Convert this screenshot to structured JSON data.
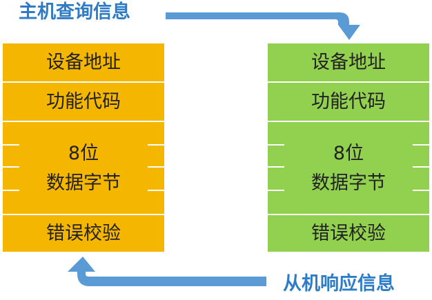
{
  "header_label": "主机查询信息",
  "footer_label": "从机响应信息",
  "frame_master": {
    "address": "设备地址",
    "function": "功能代码",
    "data_line1": "8位",
    "data_line2": "数据字节",
    "checksum": "错误校验"
  },
  "frame_slave": {
    "address": "设备地址",
    "function": "功能代码",
    "data_line1": "8位",
    "data_line2": "数据字节",
    "checksum": "错误校验"
  },
  "colors": {
    "arrow": "#5b9bd5",
    "label": "#2e7cc6",
    "master_fill": "#f5b600",
    "slave_fill": "#92d050"
  }
}
